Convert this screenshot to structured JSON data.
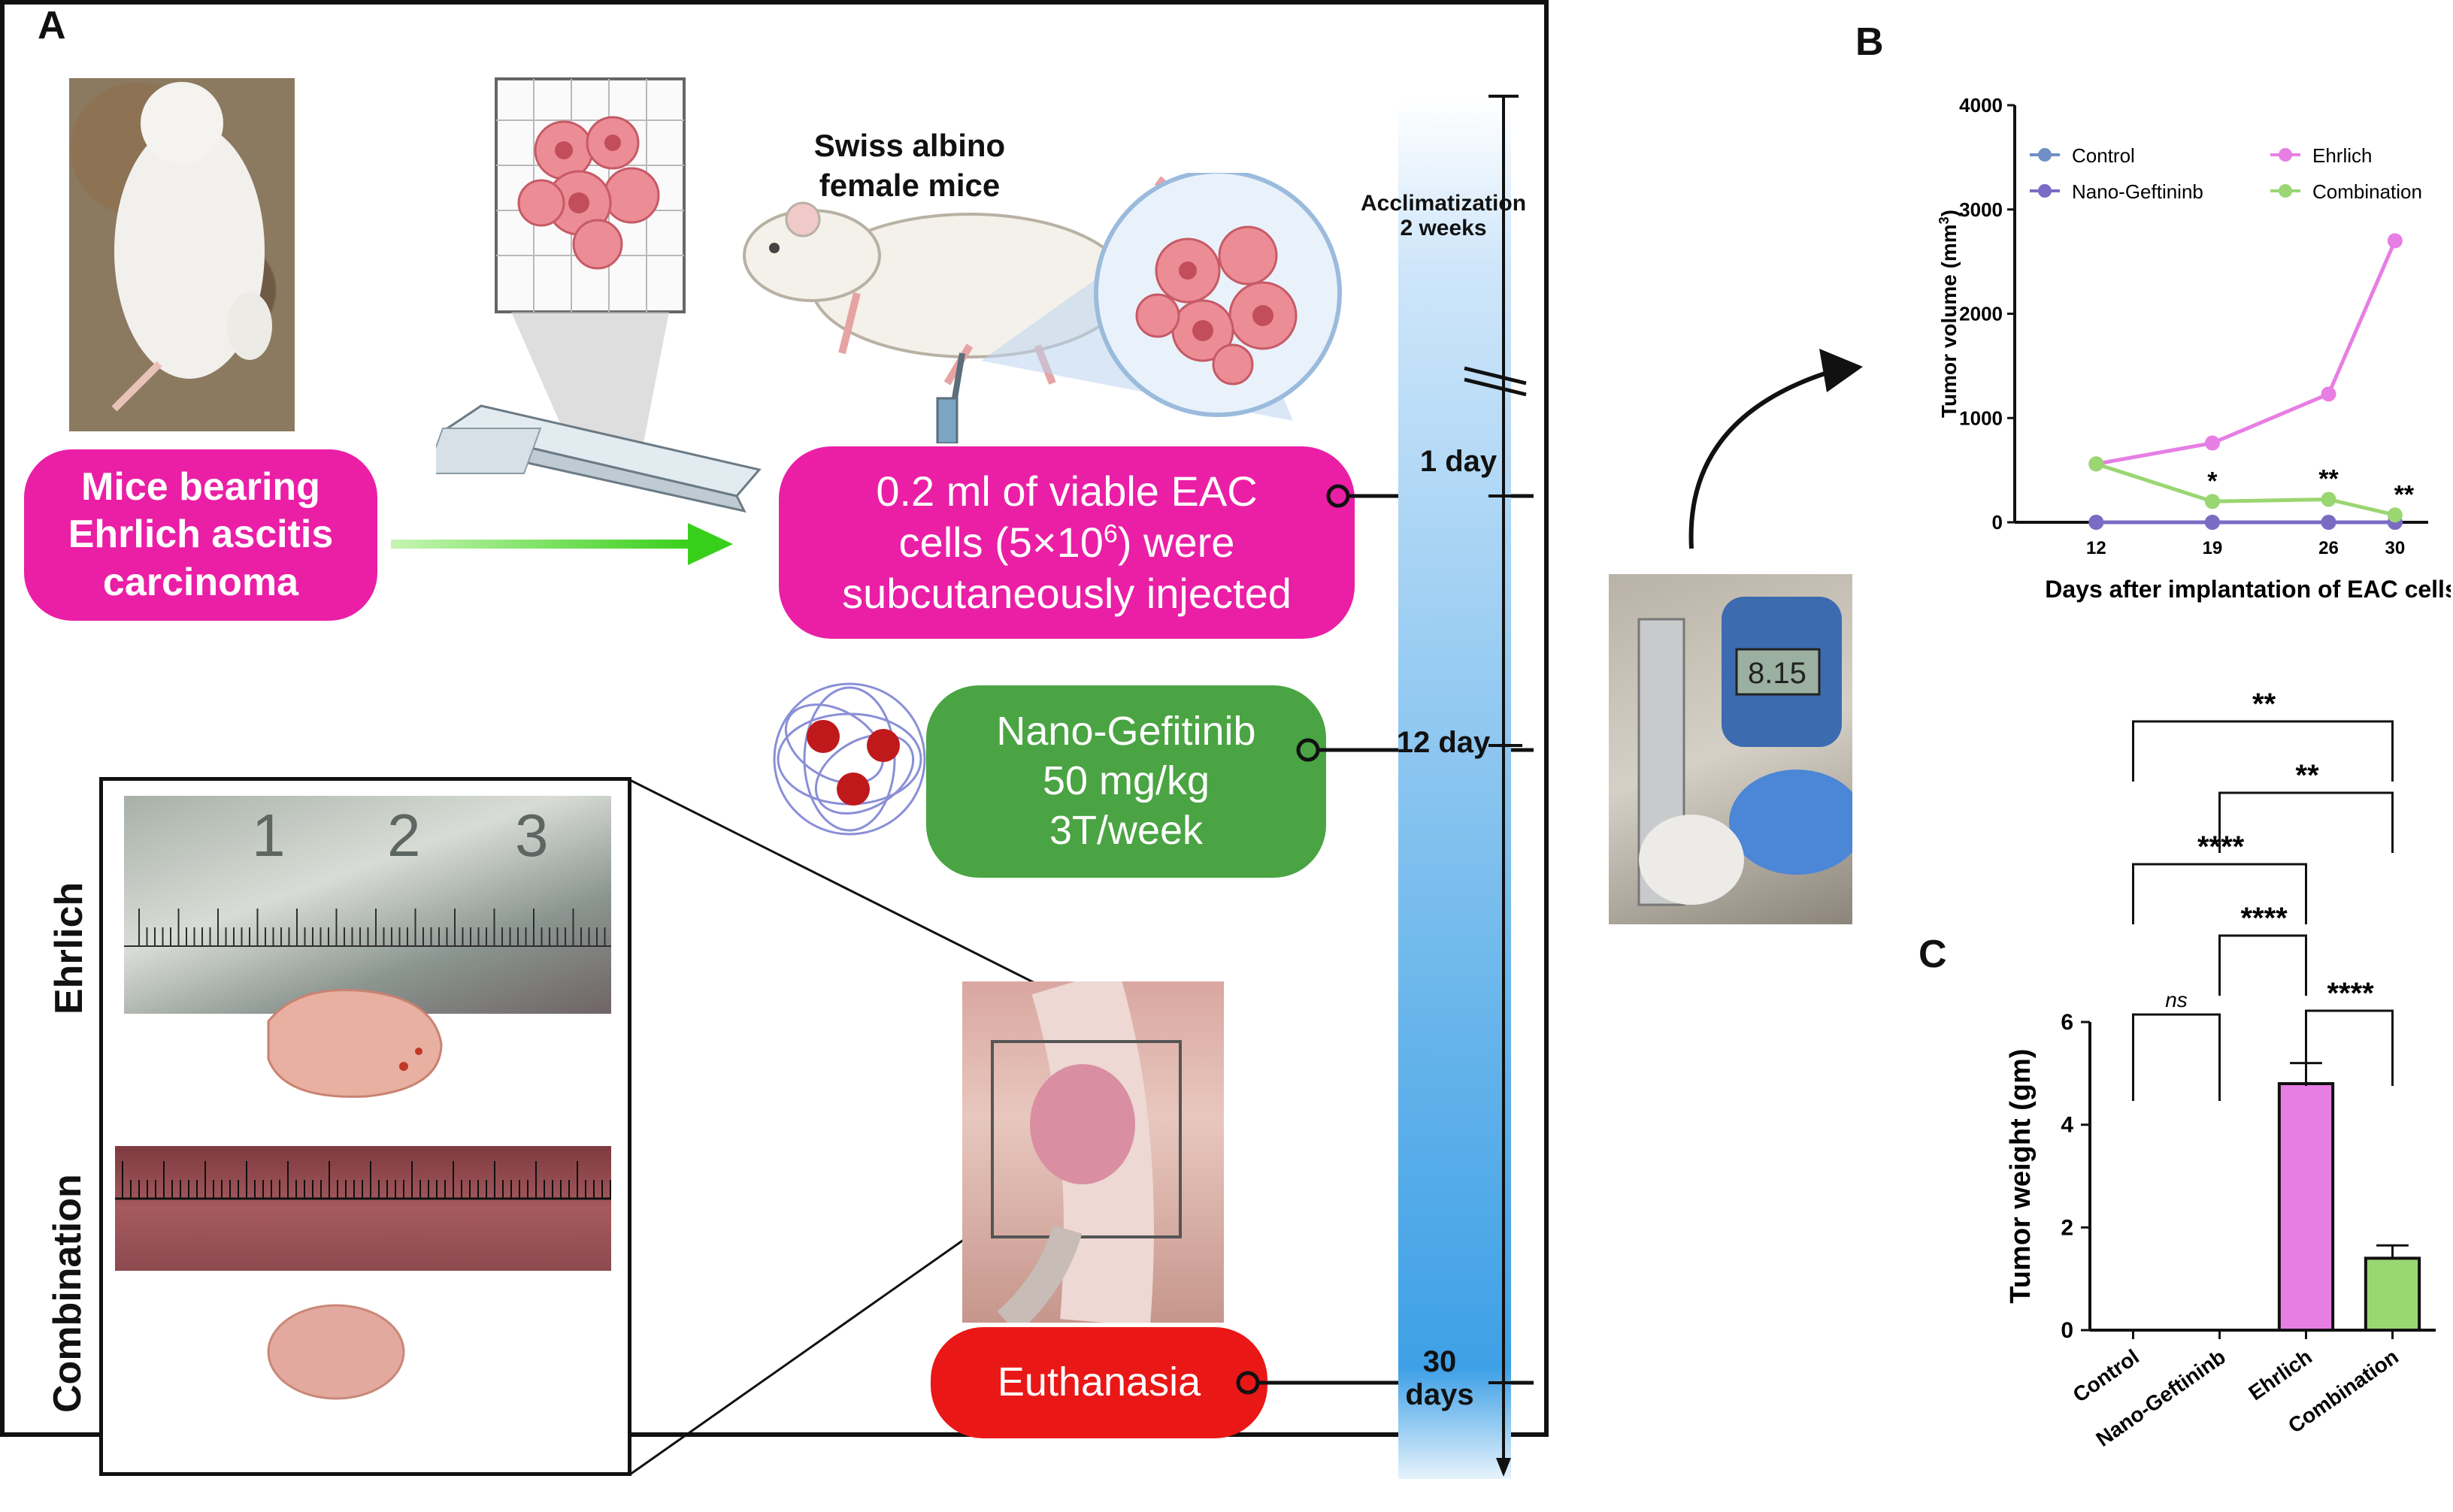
{
  "panels": {
    "a": "A",
    "b": "B",
    "c": "C"
  },
  "diagram": {
    "mouse_label": "Swiss albino\nfemale mice",
    "source_box": "Mice bearing\nEhrlich ascitis\ncarcinoma",
    "injection_box": "0.2 ml of viable EAC\ncells (5×10",
    "injection_sup": "6",
    "injection_box_end": ") were\nsubcutaneously  injected",
    "drug_box": "Nano-Gefitinib\n50 mg/kg\n3T/week",
    "euthanasia_box": "Euthanasia",
    "tumor_labels": [
      "Ehrlich",
      "Combination"
    ],
    "timeline": {
      "acclimatization": "Acclimatization\n2 weeks",
      "day1": "1 day",
      "day12": "12 day",
      "day30": "30\ndays"
    },
    "colors": {
      "magenta": "#ea1fa6",
      "green": "#4aa443",
      "red": "#ea1717",
      "timeline": "#5aaee6",
      "arrow": "#46d424"
    }
  },
  "chart_data": [
    {
      "type": "line",
      "panel": "B",
      "ylabel": "Tumor volume (mm",
      "ylabel_sup": "3",
      "ylabel_end": ")",
      "xlabel": "Days after implantation of EAC cells",
      "x": [
        12,
        19,
        26,
        30
      ],
      "xticks": [
        "12",
        "19",
        "26",
        "30"
      ],
      "ylim": [
        0,
        4000
      ],
      "yticks": [
        "0",
        "1000",
        "2000",
        "3000",
        "4000"
      ],
      "series": [
        {
          "name": "Control",
          "color": "#6f8fc6",
          "values": [
            0,
            0,
            0,
            0
          ]
        },
        {
          "name": "Nano-Geftininb",
          "color": "#7b6bc4",
          "values": [
            0,
            0,
            0,
            0
          ]
        },
        {
          "name": "Ehrlich",
          "color": "#e77ee4",
          "values": [
            560,
            760,
            1230,
            2700
          ]
        },
        {
          "name": "Combination",
          "color": "#9ad672",
          "values": [
            560,
            200,
            220,
            70
          ]
        }
      ],
      "significance": [
        "",
        "*",
        "**",
        "**"
      ]
    },
    {
      "type": "bar",
      "panel": "C",
      "ylabel": "Tumor weight (gm)",
      "categories": [
        "Control",
        "Nano-Geftininb",
        "Ehrlich",
        "Combination"
      ],
      "values": [
        0,
        0,
        4.8,
        1.4
      ],
      "errors": [
        0,
        0,
        0.4,
        0.25
      ],
      "colors": [
        "#7a9ad0",
        "#7b6bc4",
        "#e77ee4",
        "#9ad672"
      ],
      "ylim": [
        0,
        6
      ],
      "yticks": [
        "0",
        "2",
        "4",
        "6"
      ],
      "comparisons": [
        {
          "label": "**"
        },
        {
          "label": "**"
        },
        {
          "label": "****"
        },
        {
          "label": "****"
        },
        {
          "label": "ns"
        },
        {
          "label": "****"
        }
      ]
    }
  ]
}
